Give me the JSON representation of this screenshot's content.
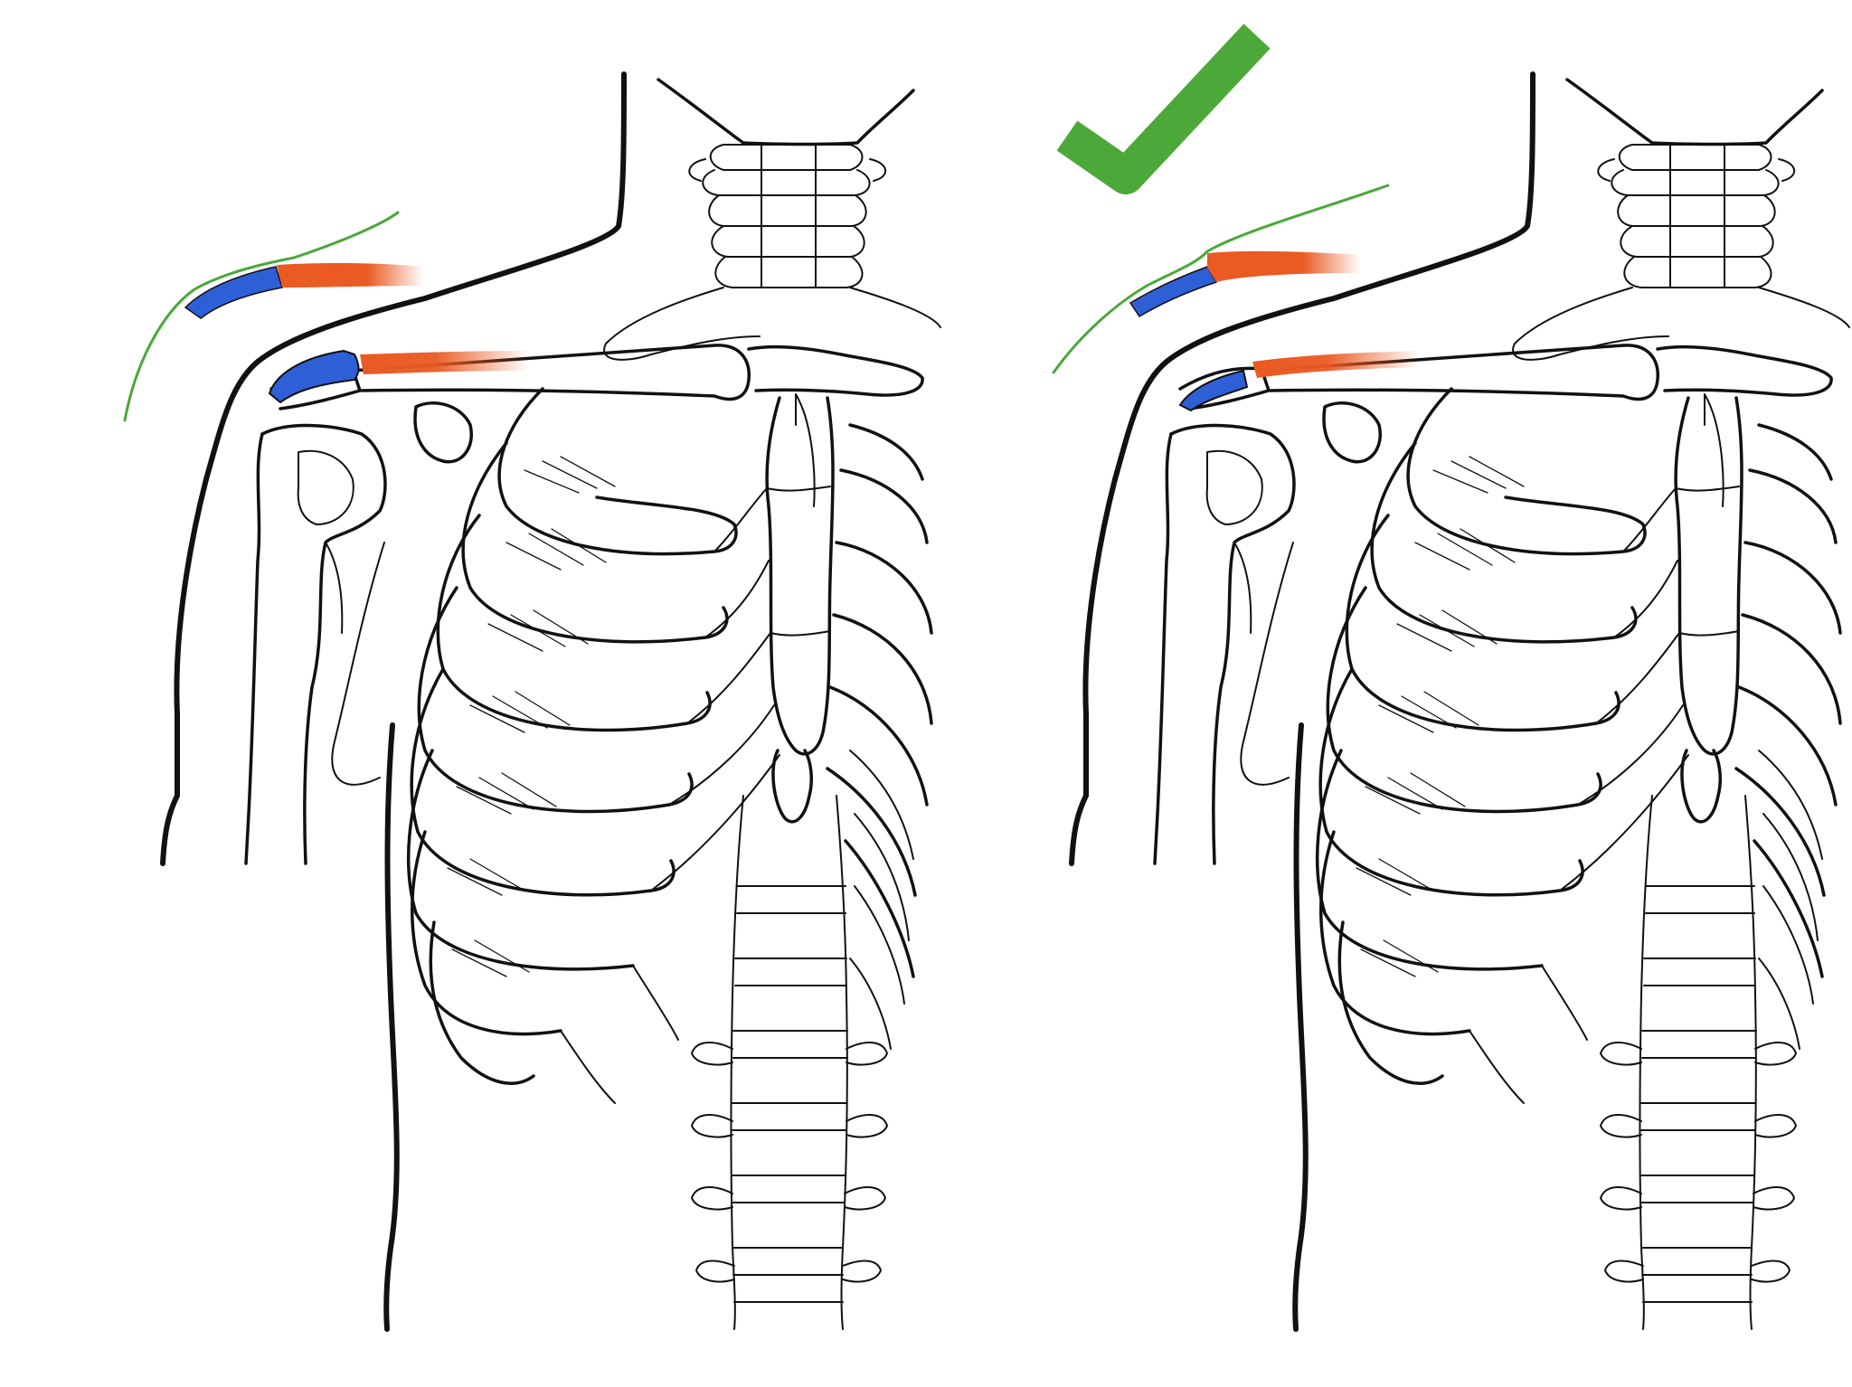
{
  "colors": {
    "background": "#ffffff",
    "ink": "#111111",
    "acromion": "#2f5fd6",
    "clavicle": "#ea5a22",
    "contour": "#4aa83a",
    "check": "#4ca838"
  },
  "panels": [
    {
      "id": "left",
      "variant": "misaligned",
      "check": false
    },
    {
      "id": "right",
      "variant": "aligned",
      "check": true
    }
  ],
  "icons": {
    "check": "check-mark-icon"
  }
}
